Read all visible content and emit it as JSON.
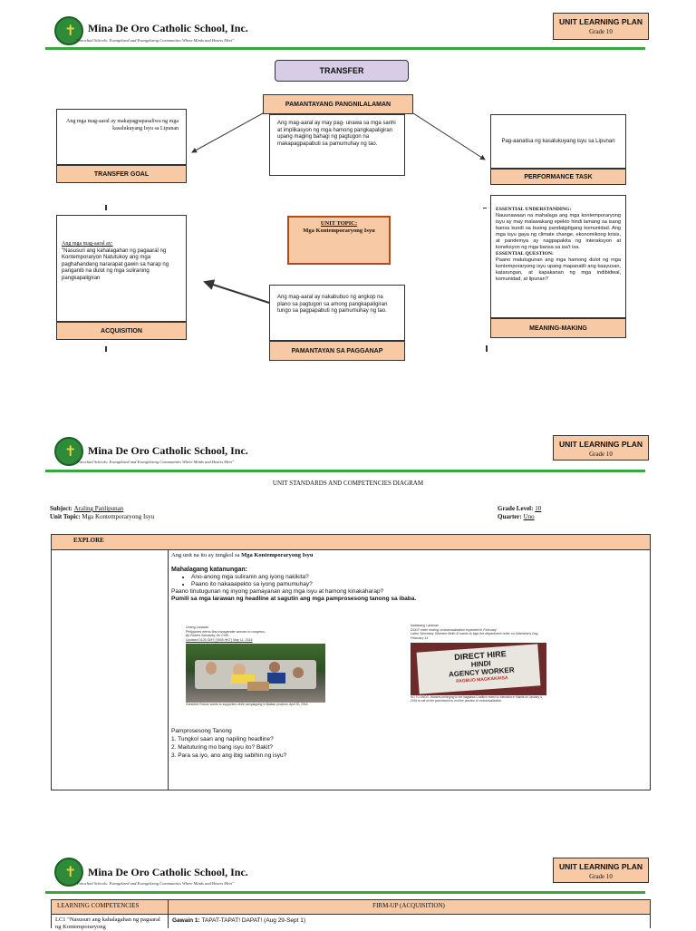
{
  "header": {
    "school_name": "Mina De Oro Catholic School, Inc.",
    "motto": "\"Parochial Schools: Evangelized and Evangelizing Communities Where Minds and Hearts Meet\"",
    "plan_title": "UNIT LEARNING PLAN",
    "grade": "Grade 10"
  },
  "diagram": {
    "transfer_title": "TRANSFER",
    "pamantayang_pangnilalaman_label": "PAMANTAYANG PANGNILALAMAN",
    "pamantayang_pangnilalaman_text": "Ang mag-aaral ay may pag- unawa sa mga sanhi at implikasyon ng mga hamong pangkapaligiran upang maging bahagi ng pagtugon na makapagpapabuti sa pamumuhay ng tao.",
    "transfer_goal_text": "Ang mga mag-aaral ay makapagpapasaliwa ng mga kasalukuyang Isyu sa Lipunan",
    "transfer_goal_label": "TRANSFER GOAL",
    "performance_task_text": "Pag-aanalisa ng kasalukuyang isyu sa Lipunan",
    "performance_task_label": "PERFORMANCE TASK",
    "acquisition_intro": "Ang mga mag-aaral ay:",
    "acquisition_text": "\"Nasusuri ang kahalagahan ng pagaaral ng Kontemporaryon Natutukoy ang mga paghahandang nararapat gawin sa harap ng panganib na dulot ng mga suliraning pangkapaligiran",
    "acquisition_label": "ACQUISITION",
    "unit_topic_title": "UNIT TOPIC:",
    "unit_topic_text": "Mga Kontemporaryong Isyu",
    "pagganap_text": "Ang mag-aaral ay nakabubuo ng angkop na plano sa pagtugon sa among pangkapaligiran tungo sa pagpapabuti ng pamumuhay ng tao.",
    "pagganap_label": "PAMANTAYAN SA PAGGANAP",
    "eu_title": "ESSENTIAL UNDERSTANDING:",
    "eu_text": "Nauunawaan na mahalaga ang mga kontemporaryong isyu ay may malawakang epekto hindi lamang sa isang bansa kundi sa buong pandaigdigang komunidad. Ang mga isyu gaya ng climate change, ekonomikong krisis, at pandemya ay nagpapakita ng interaksyon at koneksyon ng mga bansa sa isa't isa.",
    "eq_title": "ESSENTIAL QUESTION:",
    "eq_text": "Paano matutugunan ang mga hamong dulot ng mga kontemporaryong isyu upang mapanatili ang kaayusan, katarungan, at kapakanan ng mga indibidwal, komunidad, at lipunan?",
    "meaning_label": "MEANING-MAKING"
  },
  "page2": {
    "title": "UNIT STANDARDS AND COMPETENCIES DIAGRAM",
    "subject_label": "Subject:",
    "subject_value": "Araling Panlipunan",
    "unit_topic_label": "Unit Topic:",
    "unit_topic_value": "Mga Kontemporaryong Isyu",
    "grade_level_label": "Grade Level:",
    "grade_level_value": "10",
    "quarter_label": "Quarter:",
    "quarter_value": "Uno",
    "explore_label": "EXPLORE",
    "explore_intro": "Ang unit na ito ay tungkol sa",
    "explore_topic": "Mga Kontemporaryong Isyu",
    "mahalagang_title": "Mahalagang katanungan:",
    "questions": [
      "Ano-anong mga suliranin ang iyong nakikita?",
      "Paano ito nakaaapekto sa iyong pamumuhay?"
    ],
    "paano_text": "Paano tinutugunan ng inyong pamayanan ang mga isyu at hamong kinakaharap?",
    "pumili_text": "Pumili sa mga larawan ng headline at sagutin ang mga pamprosesong tanong sa ibaba.",
    "img1_source": "Unang Larawan",
    "img1_headline": "Philippines elects first transgender woman to congress",
    "img1_byline": "By Robert Sawatzky, for CNN",
    "img1_updated": "Updated 0105 GMT (0905 HKT) May 11, 2016",
    "img1_caption": "Geraldine Roman waves to supporters while campaigning in Bataan province, April 30, 2016.",
    "img2_source": "Ikalawang Larawan",
    "img2_headline": "DOLE order ending contractualization expected in February",
    "img2_byline": "Labor Secretary Silvestre Bello III wants to sign the department order on Valentine's Day, February 14",
    "img2_sign1": "DIRECT HIRE",
    "img2_sign2": "HINDI",
    "img2_sign3": "AGENCY WORKER",
    "img2_sign4": "PAGBUO MAGKAKAISA",
    "img2_caption": "NO TO ENDO. Workers belonging to the Nagkaisa Coalition march to Mendiola in Manila on January 4, 2016 to call on the government to end the practice of contractualization.",
    "pampro_title": "Pamprosesong Tanong",
    "pampro_q": [
      "1. Tungkol saan ang napiling headline?",
      "2. Maituturing mo bang isyu ito? Bakit?",
      "3. Para sa iyo, ano ang ibig sabihin ng isyu?"
    ]
  },
  "page3": {
    "lc_header": "LEARNING COMPETENCIES",
    "firmup_header": "FIRM-UP (ACQUISITION)",
    "lc1_text": "LC1 \"Nasusuri ang kahalagahan ng pagaaral ng Kontemporaryong",
    "gawain_label": "Gawain 1:",
    "gawain_text": "TAPAT-TAPAT! DAPAT! (Aug 29-Sept 1)"
  },
  "colors": {
    "accent_orange": "#f7c9a5",
    "school_green": "#3aa63f",
    "transfer_purple": "#d7cde6"
  }
}
